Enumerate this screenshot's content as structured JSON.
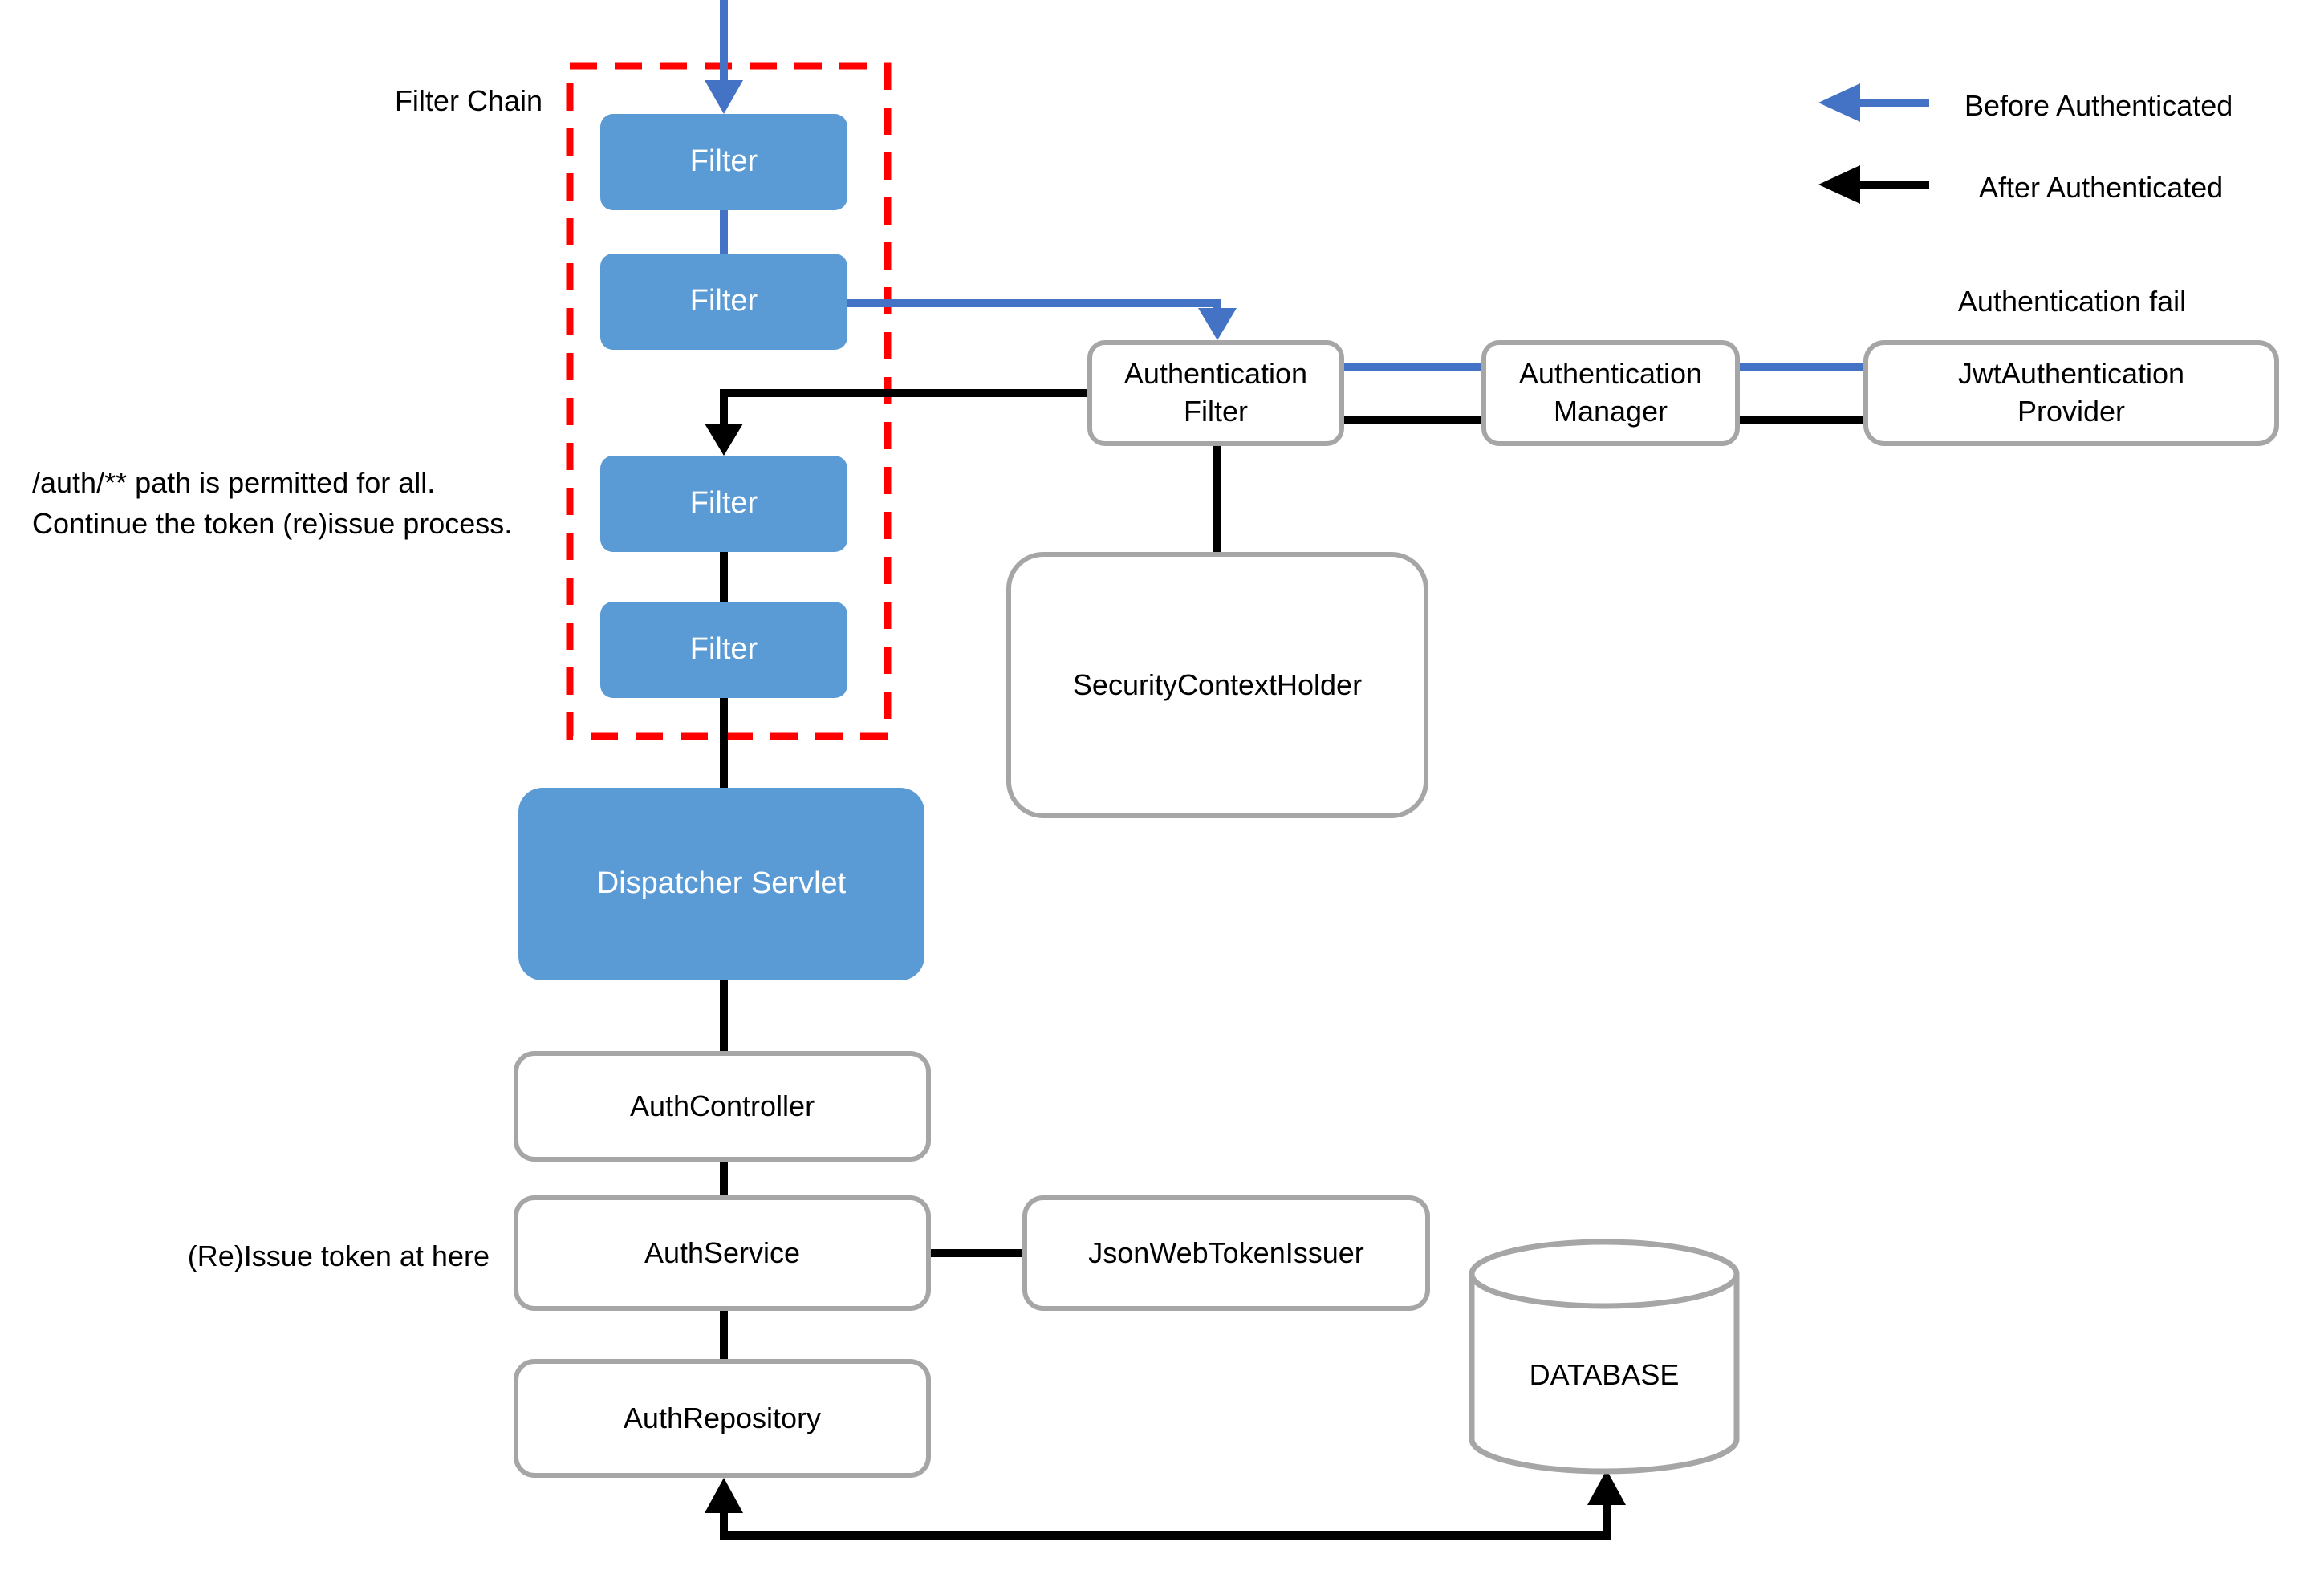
{
  "diagram": {
    "labels": {
      "filter_chain": "Filter Chain",
      "authentication_fail": "Authentication fail",
      "permit_note_line1": "/auth/** path is permitted for all.",
      "permit_note_line2": "Continue the token (re)issue process.",
      "reissue_note": "(Re)Issue token at here"
    },
    "legend": {
      "before_authenticated": "Before Authenticated",
      "after_authenticated": "After Authenticated"
    },
    "nodes": {
      "filter": "Filter",
      "dispatcher_servlet": "Dispatcher Servlet",
      "auth_controller": "AuthController",
      "auth_service": "AuthService",
      "auth_repository": "AuthRepository",
      "json_web_token_issuer": "JsonWebTokenIssuer",
      "database": "DATABASE",
      "authentication_filter_line1": "Authentication",
      "authentication_filter_line2": "Filter",
      "authentication_manager_line1": "Authentication",
      "authentication_manager_line2": "Manager",
      "jwt_authentication_provider_line1": "JwtAuthentication",
      "jwt_authentication_provider_line2": "Provider",
      "security_context_holder": "SecurityContextHolder"
    },
    "colors": {
      "node_blue": "#5B9BD5",
      "arrow_blue": "#4472C4",
      "arrow_black": "#000000",
      "border_gray": "#A6A6A6",
      "dashed_red": "#FF0000"
    }
  }
}
